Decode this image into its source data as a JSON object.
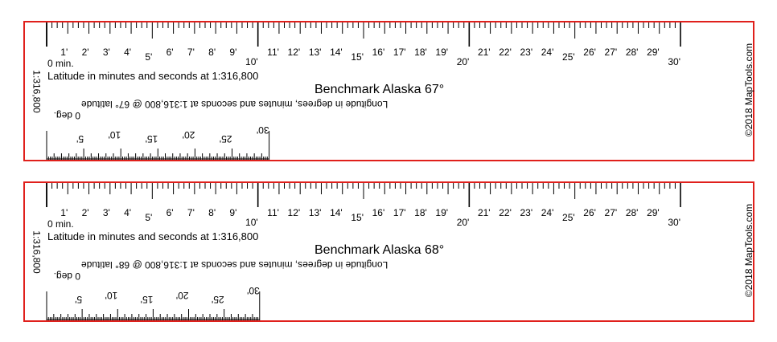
{
  "rulers": [
    {
      "title": "Benchmark Alaska 67°",
      "lat_caption": "Latitude in minutes and seconds at 1:316,800",
      "lon_caption": "Longitude in degrees, minutes and seconds at 1:316,800 @ 67° latitude",
      "scale_note": "1:316,800",
      "copyright": "©2018 MapTools.com",
      "zero_lat": "0 min.",
      "zero_lon": "0 deg.",
      "lat_labels": [
        "1'",
        "2'",
        "3'",
        "4'",
        "5'",
        "6'",
        "7'",
        "8'",
        "9'",
        "10'",
        "11'",
        "12'",
        "13'",
        "14'",
        "15'",
        "16'",
        "17'",
        "18'",
        "19'",
        "20'",
        "21'",
        "22'",
        "23'",
        "24'",
        "25'",
        "26'",
        "27'",
        "28'",
        "29'",
        "30'"
      ],
      "lon_labels": [
        "5'",
        "10'",
        "15'",
        "20'",
        "25'",
        "30'"
      ],
      "lon_end_fraction": 0.351
    },
    {
      "title": "Benchmark Alaska 68°",
      "lat_caption": "Latitude in minutes and seconds at 1:316,800",
      "lon_caption": "Longitude in degrees, minutes and seconds at 1:316,800 @ 68° latitude",
      "scale_note": "1:316,800",
      "copyright": "©2018 MapTools.com",
      "zero_lat": "0 min.",
      "zero_lon": "0 deg.",
      "lat_labels": [
        "1'",
        "2'",
        "3'",
        "4'",
        "5'",
        "6'",
        "7'",
        "8'",
        "9'",
        "10'",
        "11'",
        "12'",
        "13'",
        "14'",
        "15'",
        "16'",
        "17'",
        "18'",
        "19'",
        "20'",
        "21'",
        "22'",
        "23'",
        "24'",
        "25'",
        "26'",
        "27'",
        "28'",
        "29'",
        "30'"
      ],
      "lon_labels": [
        "5'",
        "10'",
        "15'",
        "20'",
        "25'",
        "30'"
      ],
      "lon_end_fraction": 0.336
    }
  ],
  "colors": {
    "border": "#e0201c",
    "ink": "#000000"
  }
}
